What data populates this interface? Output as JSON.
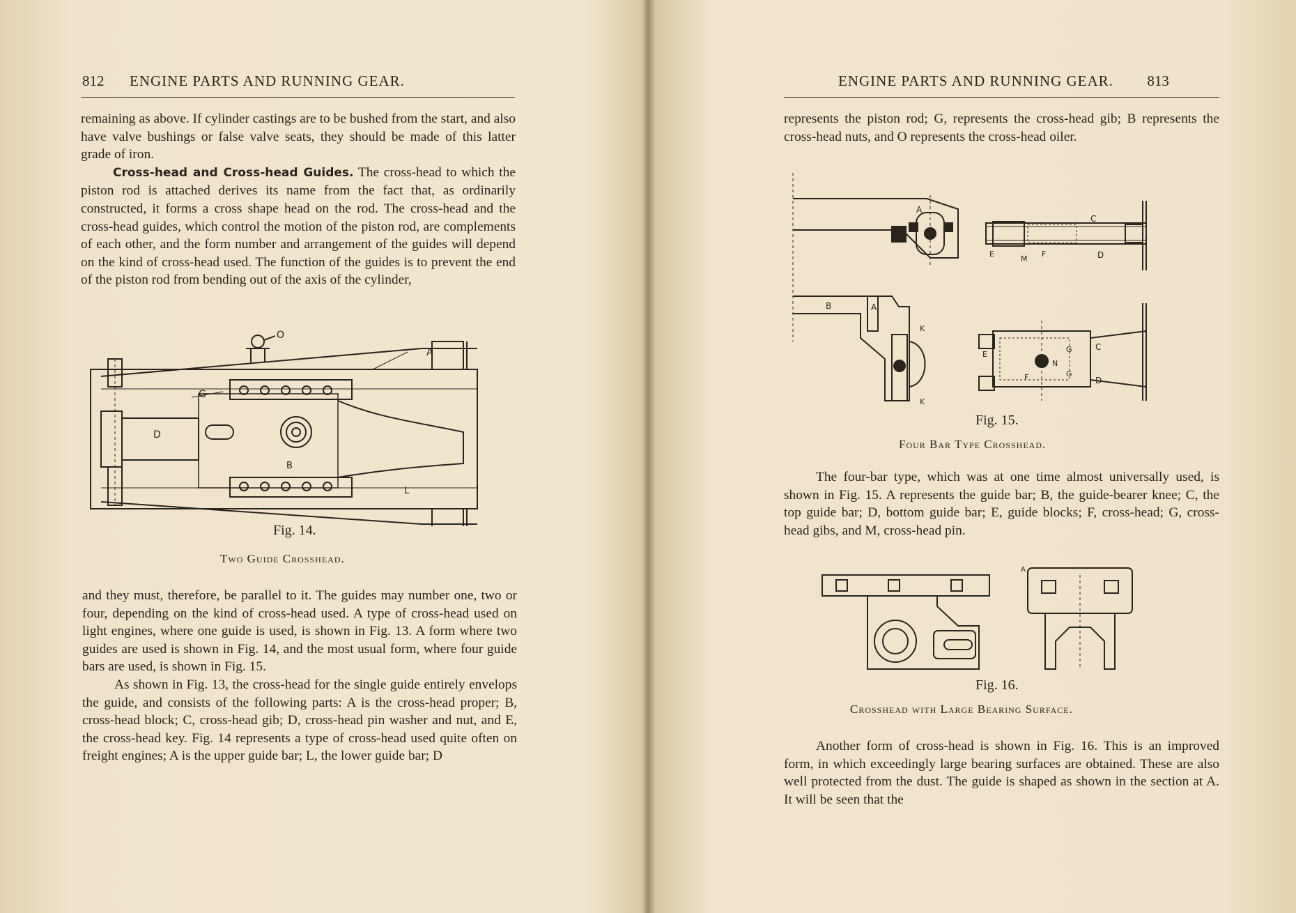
{
  "left_page": {
    "page_number": "812",
    "running_head": "ENGINE PARTS AND RUNNING GEAR.",
    "para1": "remaining as above. If cylinder castings are to be bushed from the start, and also have valve bushings or false valve seats, they should be made of this latter grade of iron.",
    "para2_heading": "Cross-head and Cross-head Guides.",
    "para2_body": " The cross-head to which the piston rod is attached derives its name from the fact that, as ordinarily constructed, it forms a cross shape head on the rod. The cross-head and the cross-head guides, which control the motion of the piston rod, are complements of each other, and the form number and arrangement of the guides will depend on the kind of cross-head used. The function of the guides is to prevent the end of the piston rod from bending out of the axis of the cylinder,",
    "fig_label": "Fig. 14.",
    "fig_caption": "Two Guide Crosshead.",
    "fig_letters": {
      "o": "O",
      "a": "A",
      "g": "G",
      "d": "D",
      "b": "B",
      "l": "L"
    },
    "para3": "and they must, therefore, be parallel to it. The guides may number one, two or four, depending on the kind of cross-head used. A type of cross-head used on light engines, where one guide is used, is shown in Fig. 13. A form where two guides are used is shown in Fig. 14, and the most usual form, where four guide bars are used, is shown in Fig. 15.",
    "para4": "As shown in Fig. 13, the cross-head for the single guide entirely envelops the guide, and consists of the following parts: A is the cross-head proper; B, cross-head block; C, cross-head gib; D, cross-head pin washer and nut, and E, the cross-head key. Fig. 14 represents a type of cross-head used quite often on freight engines; A is the upper guide bar; L, the lower guide bar; D"
  },
  "right_page": {
    "page_number": "813",
    "running_head": "ENGINE PARTS AND RUNNING GEAR.",
    "para1": "represents the piston rod; G, represents the cross-head gib; B represents the cross-head nuts, and O represents the cross-head oiler.",
    "fig15_label": "Fig. 15.",
    "fig15_caption": "Four Bar Type Crosshead.",
    "fig15_letters": {
      "a": "A",
      "b": "B",
      "a2": "A",
      "c": "C",
      "c2": "C",
      "d": "D",
      "d2": "D",
      "e": "E",
      "e2": "E",
      "f": "F",
      "f2": "F",
      "g": "G",
      "g2": "G",
      "k": "K",
      "k2": "K",
      "m": "M",
      "n": "N"
    },
    "para2": "The four-bar type, which was at one time almost universally used, is shown in Fig. 15. A represents the guide bar; B, the guide-bearer knee; C, the top guide bar; D, bottom guide bar; E, guide blocks; F, cross-head; G, cross-head gibs, and M, cross-head pin.",
    "fig16_label": "Fig. 16.",
    "fig16_caption": "Crosshead with Large Bearing Surface.",
    "fig16_letters": {
      "a": "A"
    },
    "para3": "Another form of cross-head is shown in Fig. 16. This is an improved form, in which exceedingly large bearing surfaces are obtained. These are also well protected from the dust. The guide is shaped as shown in the section at A. It will be seen that the"
  }
}
